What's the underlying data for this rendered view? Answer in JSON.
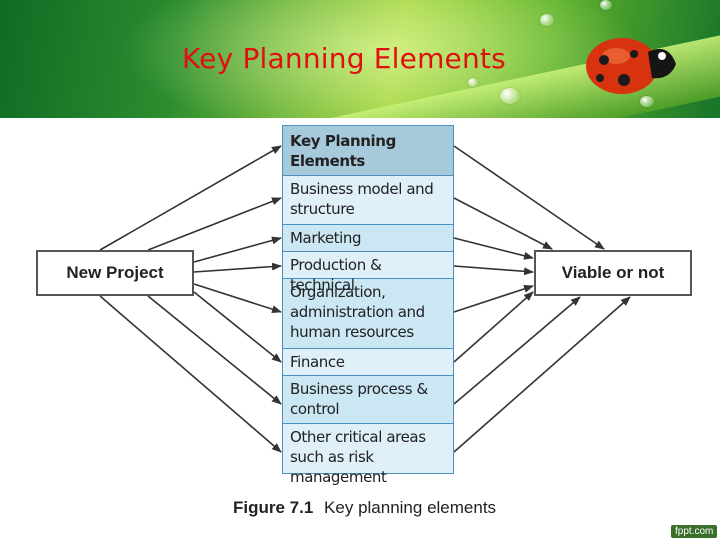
{
  "slide": {
    "title": "Key Planning Elements",
    "footer_logo": "fppt.com"
  },
  "diagram": {
    "source_label": "New Project",
    "target_label": "Viable or not",
    "elements_header": "Key Planning Elements",
    "elements": [
      "Business model and structure",
      "Marketing",
      "Production & technical",
      "Organization, administration and human resources",
      "Finance",
      "Business process & control",
      "Other critical areas such as risk management"
    ],
    "caption_number": "Figure 7.1",
    "caption_text": "Key planning elements"
  },
  "colors": {
    "title": "#e01010",
    "cell_border": "#4a90c2",
    "header_fill": "#a7c9dc",
    "cell_fill": "#dff0f8"
  }
}
